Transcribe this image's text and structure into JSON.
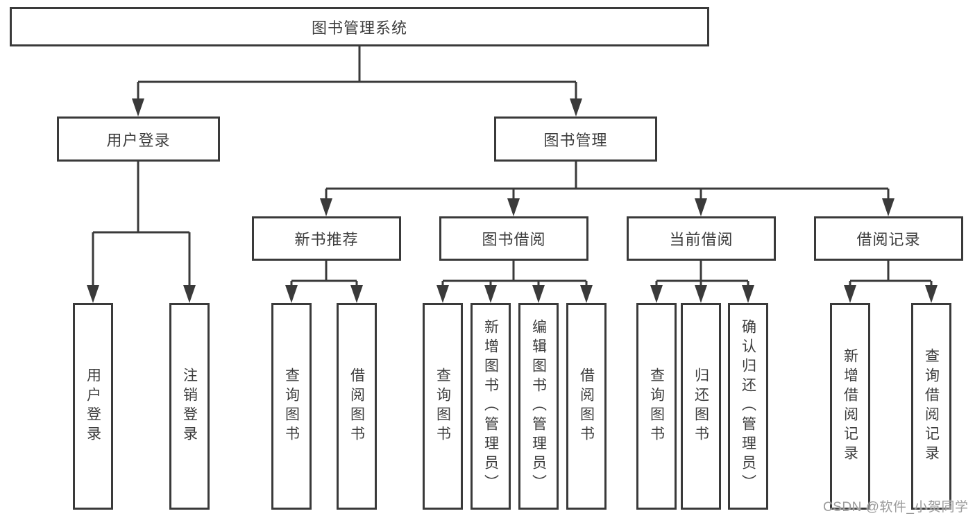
{
  "colors": {
    "line": "#3a3a3a",
    "box_border": "#3a3a3a",
    "text": "#3d3d3d",
    "background": "#ffffff",
    "watermark": "#9b9b9b"
  },
  "tree": {
    "label": "图书管理系统",
    "children": [
      {
        "label": "用户登录",
        "children": [
          {
            "label": "用户登录"
          },
          {
            "label": "注销登录"
          }
        ]
      },
      {
        "label": "图书管理",
        "children": [
          {
            "label": "新书推荐",
            "children": [
              {
                "label": "查询图书"
              },
              {
                "label": "借阅图书"
              }
            ]
          },
          {
            "label": "图书借阅",
            "children": [
              {
                "label": "查询图书"
              },
              {
                "label": "新增图书（管理员）"
              },
              {
                "label": "编辑图书（管理员）"
              },
              {
                "label": "借阅图书"
              }
            ]
          },
          {
            "label": "当前借阅",
            "children": [
              {
                "label": "查询图书"
              },
              {
                "label": "归还图书"
              },
              {
                "label": "确认归还（管理员）"
              }
            ]
          },
          {
            "label": "借阅记录",
            "children": [
              {
                "label": "新增借阅记录"
              },
              {
                "label": "查询借阅记录"
              }
            ]
          }
        ]
      }
    ]
  },
  "watermark": {
    "text": "CSDN @软件_小贺同学"
  }
}
